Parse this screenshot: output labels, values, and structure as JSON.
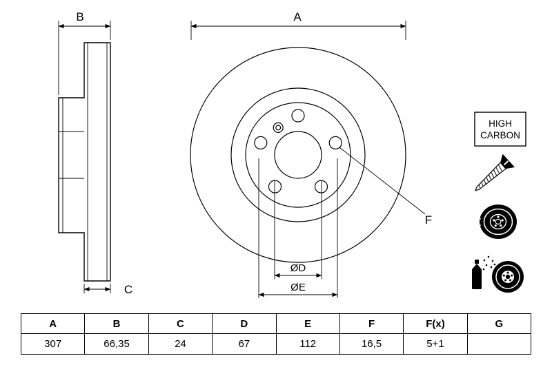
{
  "drawing": {
    "dims": {
      "a": "A",
      "b": "B",
      "c": "C",
      "d": "ØD",
      "e": "ØE",
      "f": "F"
    },
    "badge": {
      "line1": "HIGH",
      "line2": "CARBON"
    }
  },
  "table": {
    "headers": [
      "A",
      "B",
      "C",
      "D",
      "E",
      "F",
      "F(x)",
      "G"
    ],
    "values": [
      "307",
      "66,35",
      "24",
      "67",
      "112",
      "16,5",
      "5+1",
      ""
    ]
  }
}
